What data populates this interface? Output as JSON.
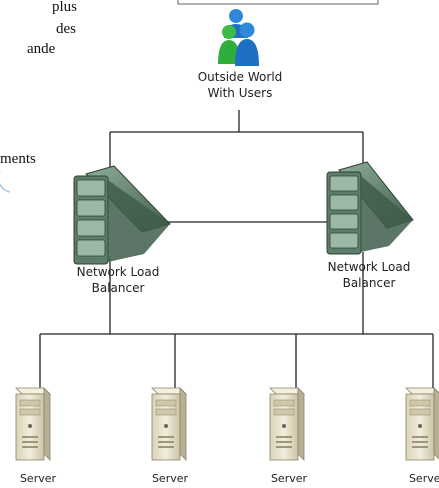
{
  "background_text": {
    "line1": "plus",
    "line2": "des",
    "line3": "ande",
    "line4": "ments"
  },
  "nodes": {
    "users": {
      "line1": "Outside World",
      "line2": "With Users",
      "icon": "users-icon"
    },
    "balancer_left": {
      "line1": "Network Load",
      "line2": "Balancer",
      "icon": "load-balancer-icon"
    },
    "balancer_right": {
      "line1": "Network Load",
      "line2": "Balancer",
      "icon": "load-balancer-icon"
    },
    "servers": [
      {
        "label": "Server",
        "icon": "server-icon"
      },
      {
        "label": "Server",
        "icon": "server-icon"
      },
      {
        "label": "Server",
        "icon": "server-icon"
      },
      {
        "label": "Server",
        "icon": "server-icon"
      }
    ]
  },
  "colors": {
    "lines": "#222222",
    "user_blue": "#1f6fc4",
    "user_green": "#2fae3e",
    "balancer_dark": "#3d5a48",
    "balancer_mid": "#6f8f7c",
    "balancer_light": "#b9ccbf",
    "server_body": "#e9e4cf",
    "server_shade": "#b8b096"
  }
}
